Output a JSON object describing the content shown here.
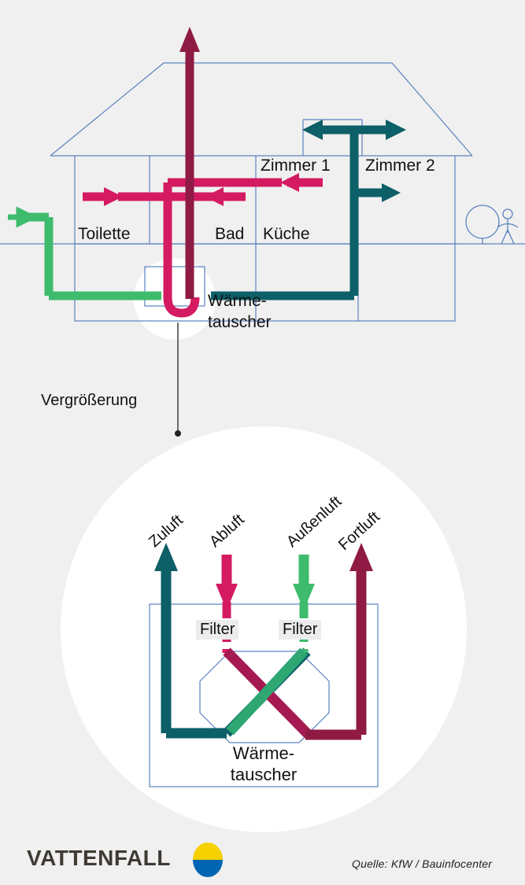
{
  "meta": {
    "title": "Lüftungsanlage mit Wärmerückgewinnung",
    "background_color": "#f0f0f0"
  },
  "colors": {
    "outline_blue": "#5b82c0",
    "pink": "#d41b62",
    "dark_red": "#8f1b44",
    "green": "#3fbb6e",
    "teal": "#0d5f68",
    "text": "#111111",
    "logo_text": "#3f3a33",
    "logo_yellow": "#f5d100",
    "logo_blue": "#0065b3",
    "filter_bg": "#ececec"
  },
  "house": {
    "rooms": [
      {
        "id": "toilette",
        "label": "Toilette"
      },
      {
        "id": "bad",
        "label": "Bad"
      },
      {
        "id": "kueche",
        "label": "Küche"
      },
      {
        "id": "zimmer1",
        "label": "Zimmer 1"
      },
      {
        "id": "zimmer2",
        "label": "Zimmer 2"
      }
    ],
    "heat_exchanger_label_line1": "Wärme-",
    "heat_exchanger_label_line2": "tauscher"
  },
  "callout": {
    "label": "Vergrößerung"
  },
  "detail": {
    "flow_labels": [
      {
        "id": "zuluft",
        "label": "Zuluft",
        "color": "#0d5f68",
        "direction": "up"
      },
      {
        "id": "abluft",
        "label": "Abluft",
        "color": "#d41b62",
        "direction": "down"
      },
      {
        "id": "aussenluft",
        "label": "Außenluft",
        "color": "#3fbb6e",
        "direction": "down"
      },
      {
        "id": "fortluft",
        "label": "Fortluft",
        "color": "#8f1b44",
        "direction": "up"
      }
    ],
    "filters": [
      {
        "id": "filter-abluft",
        "label": "Filter"
      },
      {
        "id": "filter-aussenluft",
        "label": "Filter"
      }
    ],
    "heat_exchanger_label_line1": "Wärme-",
    "heat_exchanger_label_line2": "tauscher"
  },
  "footer": {
    "brand": "VATTENFALL",
    "source": "Quelle: KfW / Bauinfocenter"
  }
}
